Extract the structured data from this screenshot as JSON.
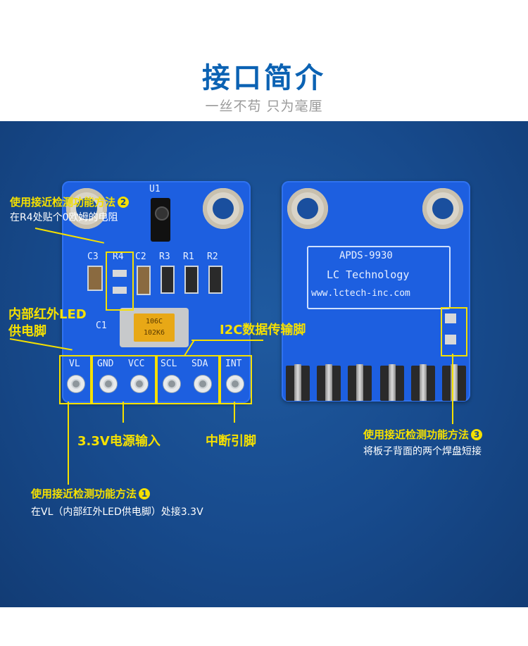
{
  "header": {
    "title": "接口简介",
    "subtitle": "一丝不苟 只为毫厘"
  },
  "front_board": {
    "chip": "U1",
    "components": {
      "c3": "C3",
      "r4": "R4",
      "c2": "C2",
      "r3": "R3",
      "r1": "R1",
      "r2": "R2",
      "c1": "C1",
      "cap_line1": "106C",
      "cap_line2": "102K6"
    },
    "pins": [
      "VL",
      "GND",
      "VCC",
      "SCL",
      "SDA",
      "INT"
    ]
  },
  "back_board": {
    "model": "APDS-9930",
    "brand": "LC Technology",
    "url": "www.lctech-inc.com"
  },
  "annotations": {
    "m2_title": "使用接近检测功能方法",
    "m2_num": "2",
    "m2_desc": "在R4处贴个0欧姆的电阻",
    "vl_label_1": "内部红外LED",
    "vl_label_2": "供电脚",
    "i2c_label": "I2C数据传输脚",
    "power_label": "3.3V电源输入",
    "int_label": "中断引脚",
    "m1_title": "使用接近检测功能方法",
    "m1_num": "1",
    "m1_desc": "在VL（内部红外LED供电脚）处接3.3V",
    "m3_title": "使用接近检测功能方法",
    "m3_num": "3",
    "m3_desc": "将板子背面的两个焊盘短接"
  },
  "colors": {
    "accent_blue": "#0b62b3",
    "panel_blue": "#174a8c",
    "highlight_yellow": "#f5e000",
    "pcb_blue": "#1d5fe0"
  }
}
